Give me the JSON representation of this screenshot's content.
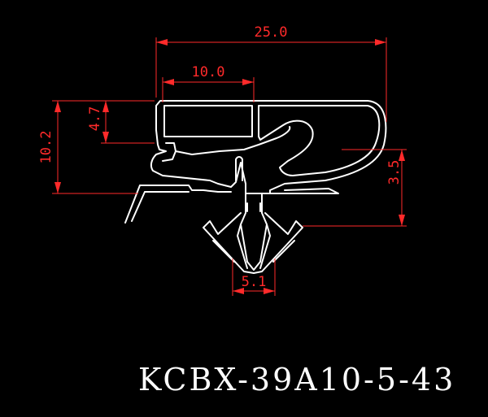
{
  "dimensions": {
    "overall_width": "25.0",
    "top_chamber_width": "10.0",
    "overall_height": "10.2",
    "top_chamber_height": "4.7",
    "right_lip_height": "3.5",
    "dart_width": "5.1"
  },
  "part_number": "KCBX-39A10-5-43",
  "colors": {
    "background": "#000000",
    "profile": "#ffffff",
    "dimension": "#ff2a2a"
  }
}
